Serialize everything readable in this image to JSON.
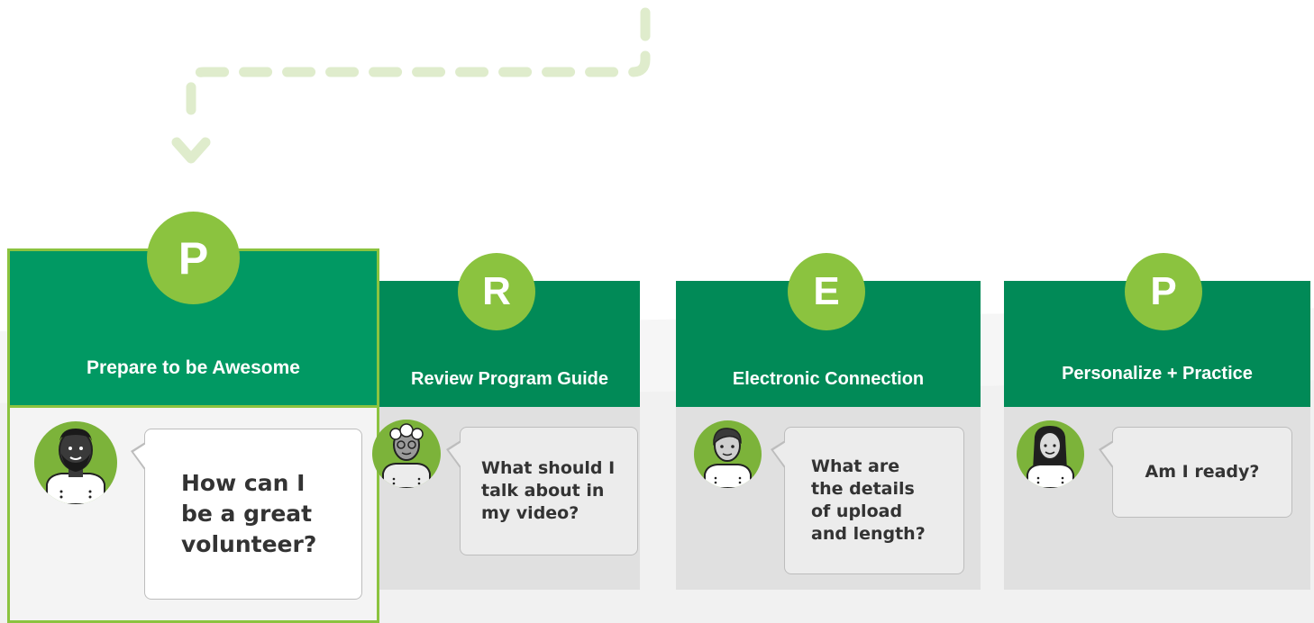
{
  "steps": [
    {
      "letter": "P",
      "title": "Prepare to be Awesome",
      "question": "How can I be a great volunteer?",
      "active": true,
      "avatar": "man-beard-avatar-icon"
    },
    {
      "letter": "R",
      "title": "Review Program Guide",
      "question": "What should I talk about in my video?",
      "active": false,
      "avatar": "older-woman-avatar-icon"
    },
    {
      "letter": "E",
      "title": "Electronic Connection",
      "question": "What are the details of upload and length?",
      "active": false,
      "avatar": "young-man-avatar-icon"
    },
    {
      "letter": "P",
      "title": "Personalize + Practice",
      "question": "Am I ready?",
      "active": false,
      "avatar": "woman-avatar-icon"
    }
  ],
  "colors": {
    "header_green": "#018a57",
    "active_header_green": "#019963",
    "accent_lime": "#8bc33f",
    "connector": "#dfeccc"
  },
  "connector": {
    "icon": "dashed-arrow-down-icon"
  }
}
